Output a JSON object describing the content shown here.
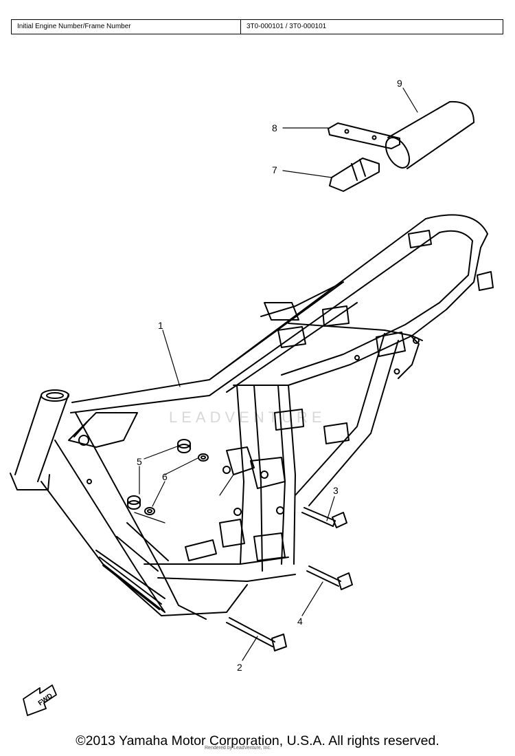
{
  "header": {
    "label": "Initial Engine Number/Frame Number",
    "value": "3T0-000101 / 3T0-000101"
  },
  "callouts": [
    "1",
    "2",
    "3",
    "4",
    "5",
    "6",
    "7",
    "8",
    "9"
  ],
  "watermark": "LEADVENTURE",
  "fwd_label": "FWD",
  "footer": {
    "copyright": "©2013 Yamaha Motor Corporation, U.S.A. All rights reserved.",
    "credit": "Rendered by LeadVenture, Inc."
  }
}
